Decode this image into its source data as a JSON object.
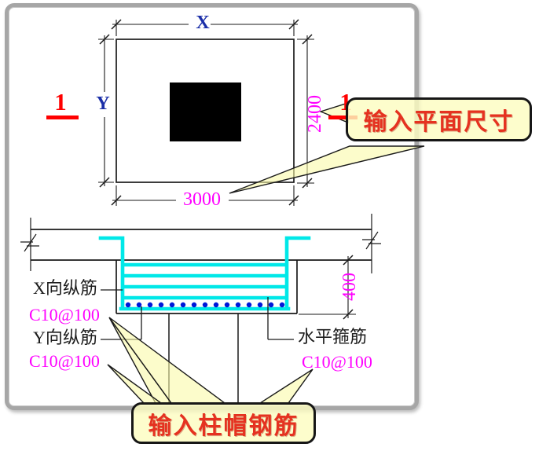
{
  "plan": {
    "x_label": "X",
    "y_label": "Y",
    "width_dim": "3000",
    "height_dim": "2400",
    "section_mark": "1"
  },
  "section": {
    "cap_height_dim": "400",
    "x_bar_label": "X向纵筋",
    "x_bar_spec": "C10@100",
    "y_bar_label": "Y向纵筋",
    "y_bar_spec": "C10@100",
    "stirrup_label": "水平箍筋",
    "stirrup_spec": "C10@100"
  },
  "callouts": {
    "plan_size": "输入平面尺寸",
    "cap_rebar": "输入柱帽钢筋"
  },
  "colors": {
    "linework_black": "#1a1a1a",
    "dimension_text_magenta": "#ff00ff",
    "rebar_cyan": "#00e8e8",
    "rebar_dot_blue": "#0018d8",
    "axis_label_blue": "#1b2fa8",
    "section_mark_red": "#ff0000",
    "callout_text_red": "#e53220",
    "callout_fill_yellow": "#fcfcc1",
    "panel_border_gray": "#a6a6a6"
  }
}
